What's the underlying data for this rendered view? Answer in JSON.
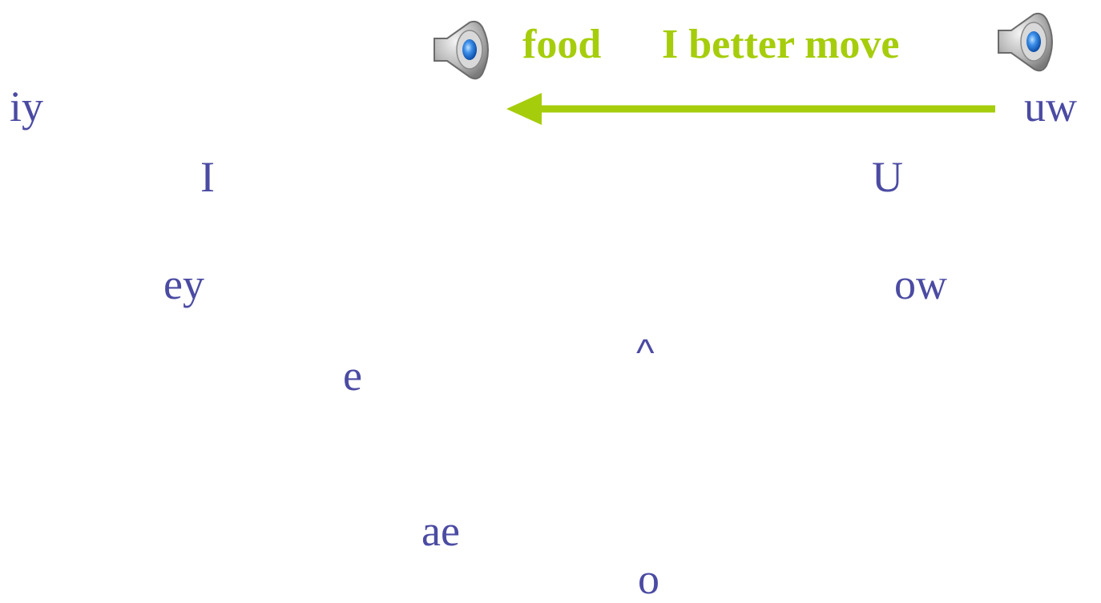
{
  "colors": {
    "vowel_text": "#4b4ba3",
    "accent": "#a6cd0b",
    "speaker_body": "#9a9a9a",
    "speaker_cone": "#2f7fe0"
  },
  "caption": {
    "word_1": "food",
    "word_2": "I better move"
  },
  "vowels": {
    "iy": "iy",
    "uw": "uw",
    "I": "I",
    "U": "U",
    "ey": "ey",
    "ow": "ow",
    "caret": "^",
    "e": "e",
    "ae": "ae",
    "o": "o"
  },
  "icons": {
    "speaker_left": "speaker-icon",
    "speaker_right": "speaker-icon",
    "arrow": "arrow-left"
  }
}
